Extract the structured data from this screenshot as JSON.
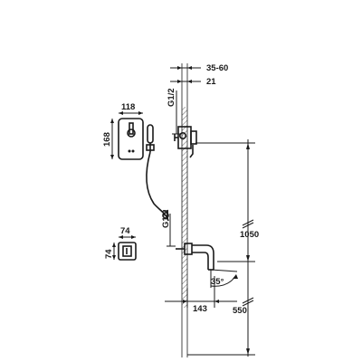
{
  "dimensions": {
    "plate_width": "118",
    "plate_height": "168",
    "small_plate_width": "74",
    "small_plate_height": "74",
    "wall_depth": "35-60",
    "offset": "21",
    "thread_upper": "G1/2",
    "thread_lower": "G1/2",
    "spout_projection": "143",
    "angle": "35°",
    "height_upper": "1050",
    "height_lower": "550"
  }
}
